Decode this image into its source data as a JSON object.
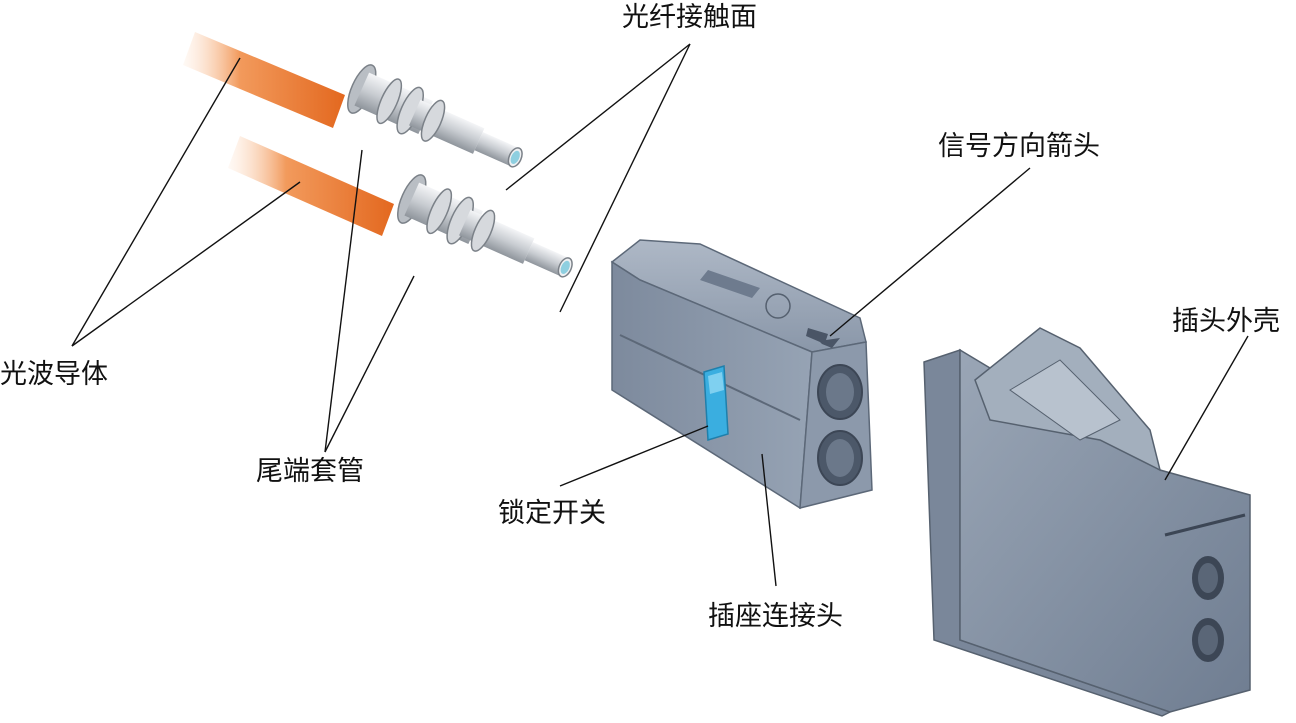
{
  "labels": {
    "contact_surface": "光纤接触面",
    "signal_arrow": "信号方向箭头",
    "plug_shell": "插头外壳",
    "light_guide": "光波导体",
    "ferrule": "尾端套管",
    "lock_switch": "锁定开关",
    "socket_connector": "插座连接头"
  },
  "colors": {
    "fiber": "#e8732e",
    "ferrule": "#c9cdd2",
    "fiber_face": "#8ecfe0",
    "housing": "#8593a6",
    "lock": "#3aaee0",
    "leader_line": "#111111"
  }
}
